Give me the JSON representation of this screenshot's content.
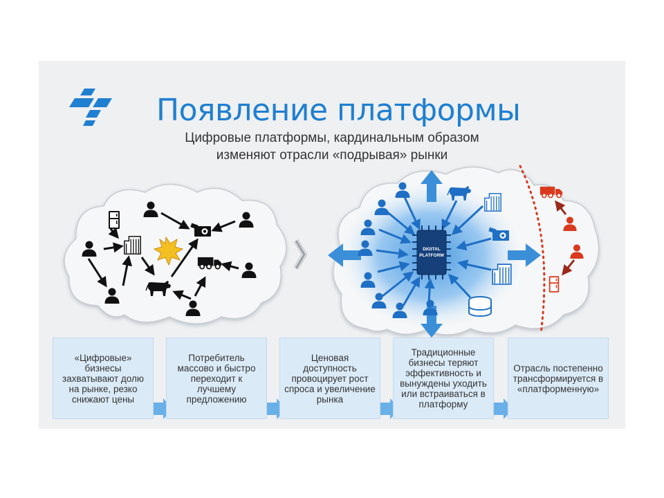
{
  "title": "Появление платформы",
  "subtitle": {
    "line1": "Цифровые платформы, кардинальным образом",
    "line2": "изменяют отрасли «подрывая» рынки"
  },
  "platform_chip": {
    "line1": "DIGITAL",
    "line2": "PLATFORM"
  },
  "steps": [
    {
      "text": "«Цифровые» бизнесы захватывают долю на рынке, резко снижают цены"
    },
    {
      "text": "Потребитель массово и быстро переходит к лучшему предложению"
    },
    {
      "text": "Ценовая доступность провоцирует рост спроса и увеличение рынка"
    },
    {
      "text": "Традиционные бизнесы теряют эффективность и вынуждены уходить или встраиваться в платформу"
    },
    {
      "text": "Отрасль постепенно трансформируется в «платформенную»"
    }
  ],
  "colors": {
    "accent": "#1f7fd1",
    "dark": "#111111",
    "platform_blue": "#3a8fd8",
    "disrupt_red": "#d93a1e",
    "step_bg": "#dbeaf7",
    "arrow": "#6ab0e8"
  },
  "icons": [
    "logo-icon",
    "person-icon",
    "fridge-icon",
    "building-icon",
    "cow-icon",
    "truck-icon",
    "camera-icon",
    "explosion-icon",
    "database-icon",
    "chevron-right-icon",
    "chip-icon"
  ]
}
